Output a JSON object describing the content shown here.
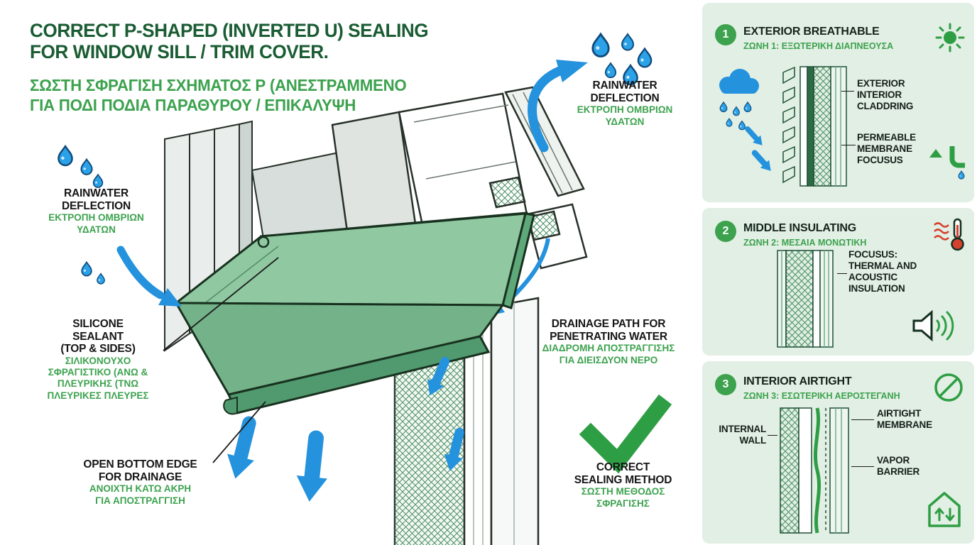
{
  "colors": {
    "accent_green": "#3ca24e",
    "title_green": "#1a5c33",
    "panel_bg": "#e2efe4",
    "water_blue": "#2492dd",
    "sill_green": "#8fc8a1",
    "ink": "#161616",
    "thermo_red": "#d6402f"
  },
  "main": {
    "title": [
      "CORRECT P-SHAPED (INVERTED U) SEALING",
      "FOR WINDOW SILL / TRIM COVER."
    ],
    "subtitle": [
      "ΣΩΣΤΗ ΣΦΡΑΓΙΣΗ ΣΧΗΜΑΤΟΣ Ρ (ΑΝΕΣΤΡΑΜΜΕΝΟ",
      "ΓΙΑ ΠΟΔΙ ΠΟΔΙΑ ΠΑΡΑΘΥΡΟΥ / ΕΠΙΚΑΛΥΨΗ"
    ],
    "labels": {
      "rain_right": {
        "en": [
          "RAINWATER",
          "DEFLECTION"
        ],
        "el": [
          "ΕΚΤΡΟΠΗ ΟΜΒΡΙΩΝ",
          "ΥΔΑΤΩΝ"
        ]
      },
      "rain_left": {
        "en": [
          "RAINWATER",
          "DEFLECTION"
        ],
        "el": [
          "ΕΚΤΡΟΠΗ ΟΜΒΡΙΩΝ",
          "ΥΔΑΤΩΝ"
        ]
      },
      "silicone": {
        "en": [
          "SILICONE",
          "SEALANT",
          "(TOP & SIDES)"
        ],
        "el": [
          "ΣΙΛΙΚΟΝΟΥΧΟ",
          "ΣΦΡΑΓΙΣΤΙΚΟ (ΑΝΩ &",
          "ΠΛΕΥΡΙΚΗΣ (ΤΝΩ",
          "ΠΛΕΥΡΙΚΕΣ ΠΛΕΥΡΕΣ"
        ]
      },
      "open_bottom": {
        "en": [
          "OPEN BOTTOM EDGE",
          "FOR DRAINAGE"
        ],
        "el": [
          "ΑΝΟΙΧΤΗ ΚΑΤΩ ΑΚΡΗ",
          "ΓΙΑ ΑΠΟΣΤΡΑΓΓΙΣΗ"
        ]
      },
      "drainage": {
        "en": [
          "DRAINAGE PATH FOR",
          "PENETRATING WATER"
        ],
        "el": [
          "ΔΙΑΔΡΟΜΗ ΑΠΟΣΤΡΑΓΓΙΣΗΣ",
          "ΓΙΑ ΔΙΕΙΣΔΥΟΝ ΝΕΡΟ"
        ]
      },
      "correct": {
        "en": [
          "CORRECT",
          "SEALING METHOD"
        ],
        "el": [
          "ΣΩΣΤΗ ΜΕΘΟΔΟΣ",
          "ΣΦΡΑΓΙΣΗΣ"
        ]
      }
    }
  },
  "zones": [
    {
      "number": "1",
      "title": "EXTERIOR BREATHABLE",
      "subtitle": "ΖΩΝΗ 1: ΕΞΩΤΕΡΙΚΗ ΔΙΑΠΝΕΟΥΣΑ",
      "labels": [
        [
          "EXTERIOR",
          "INTERIOR",
          "CLADDRING"
        ],
        [
          "PERMEABLE",
          "MEMBRANE",
          "FOCUSUS"
        ]
      ]
    },
    {
      "number": "2",
      "title": "MIDDLE INSULATING",
      "subtitle": "ΖΩΝΗ 2: ΜΕΣΑΙΑ ΜΟΝΩΤΙΚΗ",
      "labels": [
        [
          "FOCUSUS:",
          "THERMAL AND",
          "ACOUSTIC",
          "INSULATION"
        ]
      ]
    },
    {
      "number": "3",
      "title": "INTERIOR AIRTIGHT",
      "subtitle": "ΖΩΝΗ 3: ΕΣΩΤΕΡΙΚΗ ΑΕΡΟΣΤΕΓΑΝΗ",
      "labels": [
        [
          "INTERNAL",
          "WALL"
        ],
        [
          "AIRTIGHT",
          "MEMBRANE"
        ],
        [
          "VAPOR",
          "BARRIER"
        ]
      ]
    }
  ],
  "icons": {
    "zone1_header": "sun-icon",
    "zone1_left": "rain-cloud-icon",
    "zone1_corner": "downspout-icon",
    "zone2_header": "thermometer-icon",
    "zone2_corner": "speaker-icon",
    "zone3_header": "no-air-leak-icon",
    "zone3_corner": "house-ventilation-icon",
    "main_bottom_right": "checkmark-icon"
  }
}
